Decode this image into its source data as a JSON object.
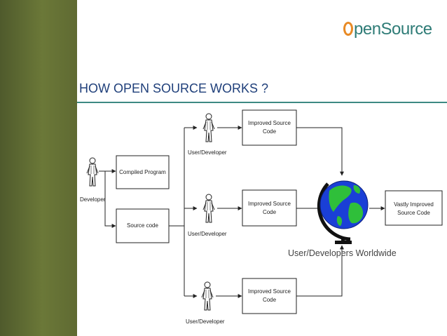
{
  "logo": {
    "text": "penSource"
  },
  "title": "HOW OPEN SOURCE WORKS ?",
  "diagram": {
    "developer_label": "Developer",
    "compiled_program": "Compiled Program",
    "source_code": "Source code",
    "user_developer_1": "User/Developer",
    "user_developer_2": "User/Developer",
    "user_developer_3": "User/Developer",
    "improved_1_line1": "Improved Source",
    "improved_1_line2": "Code",
    "improved_2_line1": "Improved Source",
    "improved_2_line2": "Code",
    "improved_3_line1": "Improved Source",
    "improved_3_line2": "Code",
    "vastly_line1": "Vastly Improved",
    "vastly_line2": "Source Code",
    "worldwide_label": "User/Developers Worldwide"
  },
  "colors": {
    "sidebar": "#5f6a32",
    "title": "#1f3f7a",
    "rule": "#3d8a83",
    "logo_text": "#2f7c77",
    "logo_accent": "#e88a25",
    "ocean": "#1a3fd6",
    "land": "#2fbf3a"
  }
}
